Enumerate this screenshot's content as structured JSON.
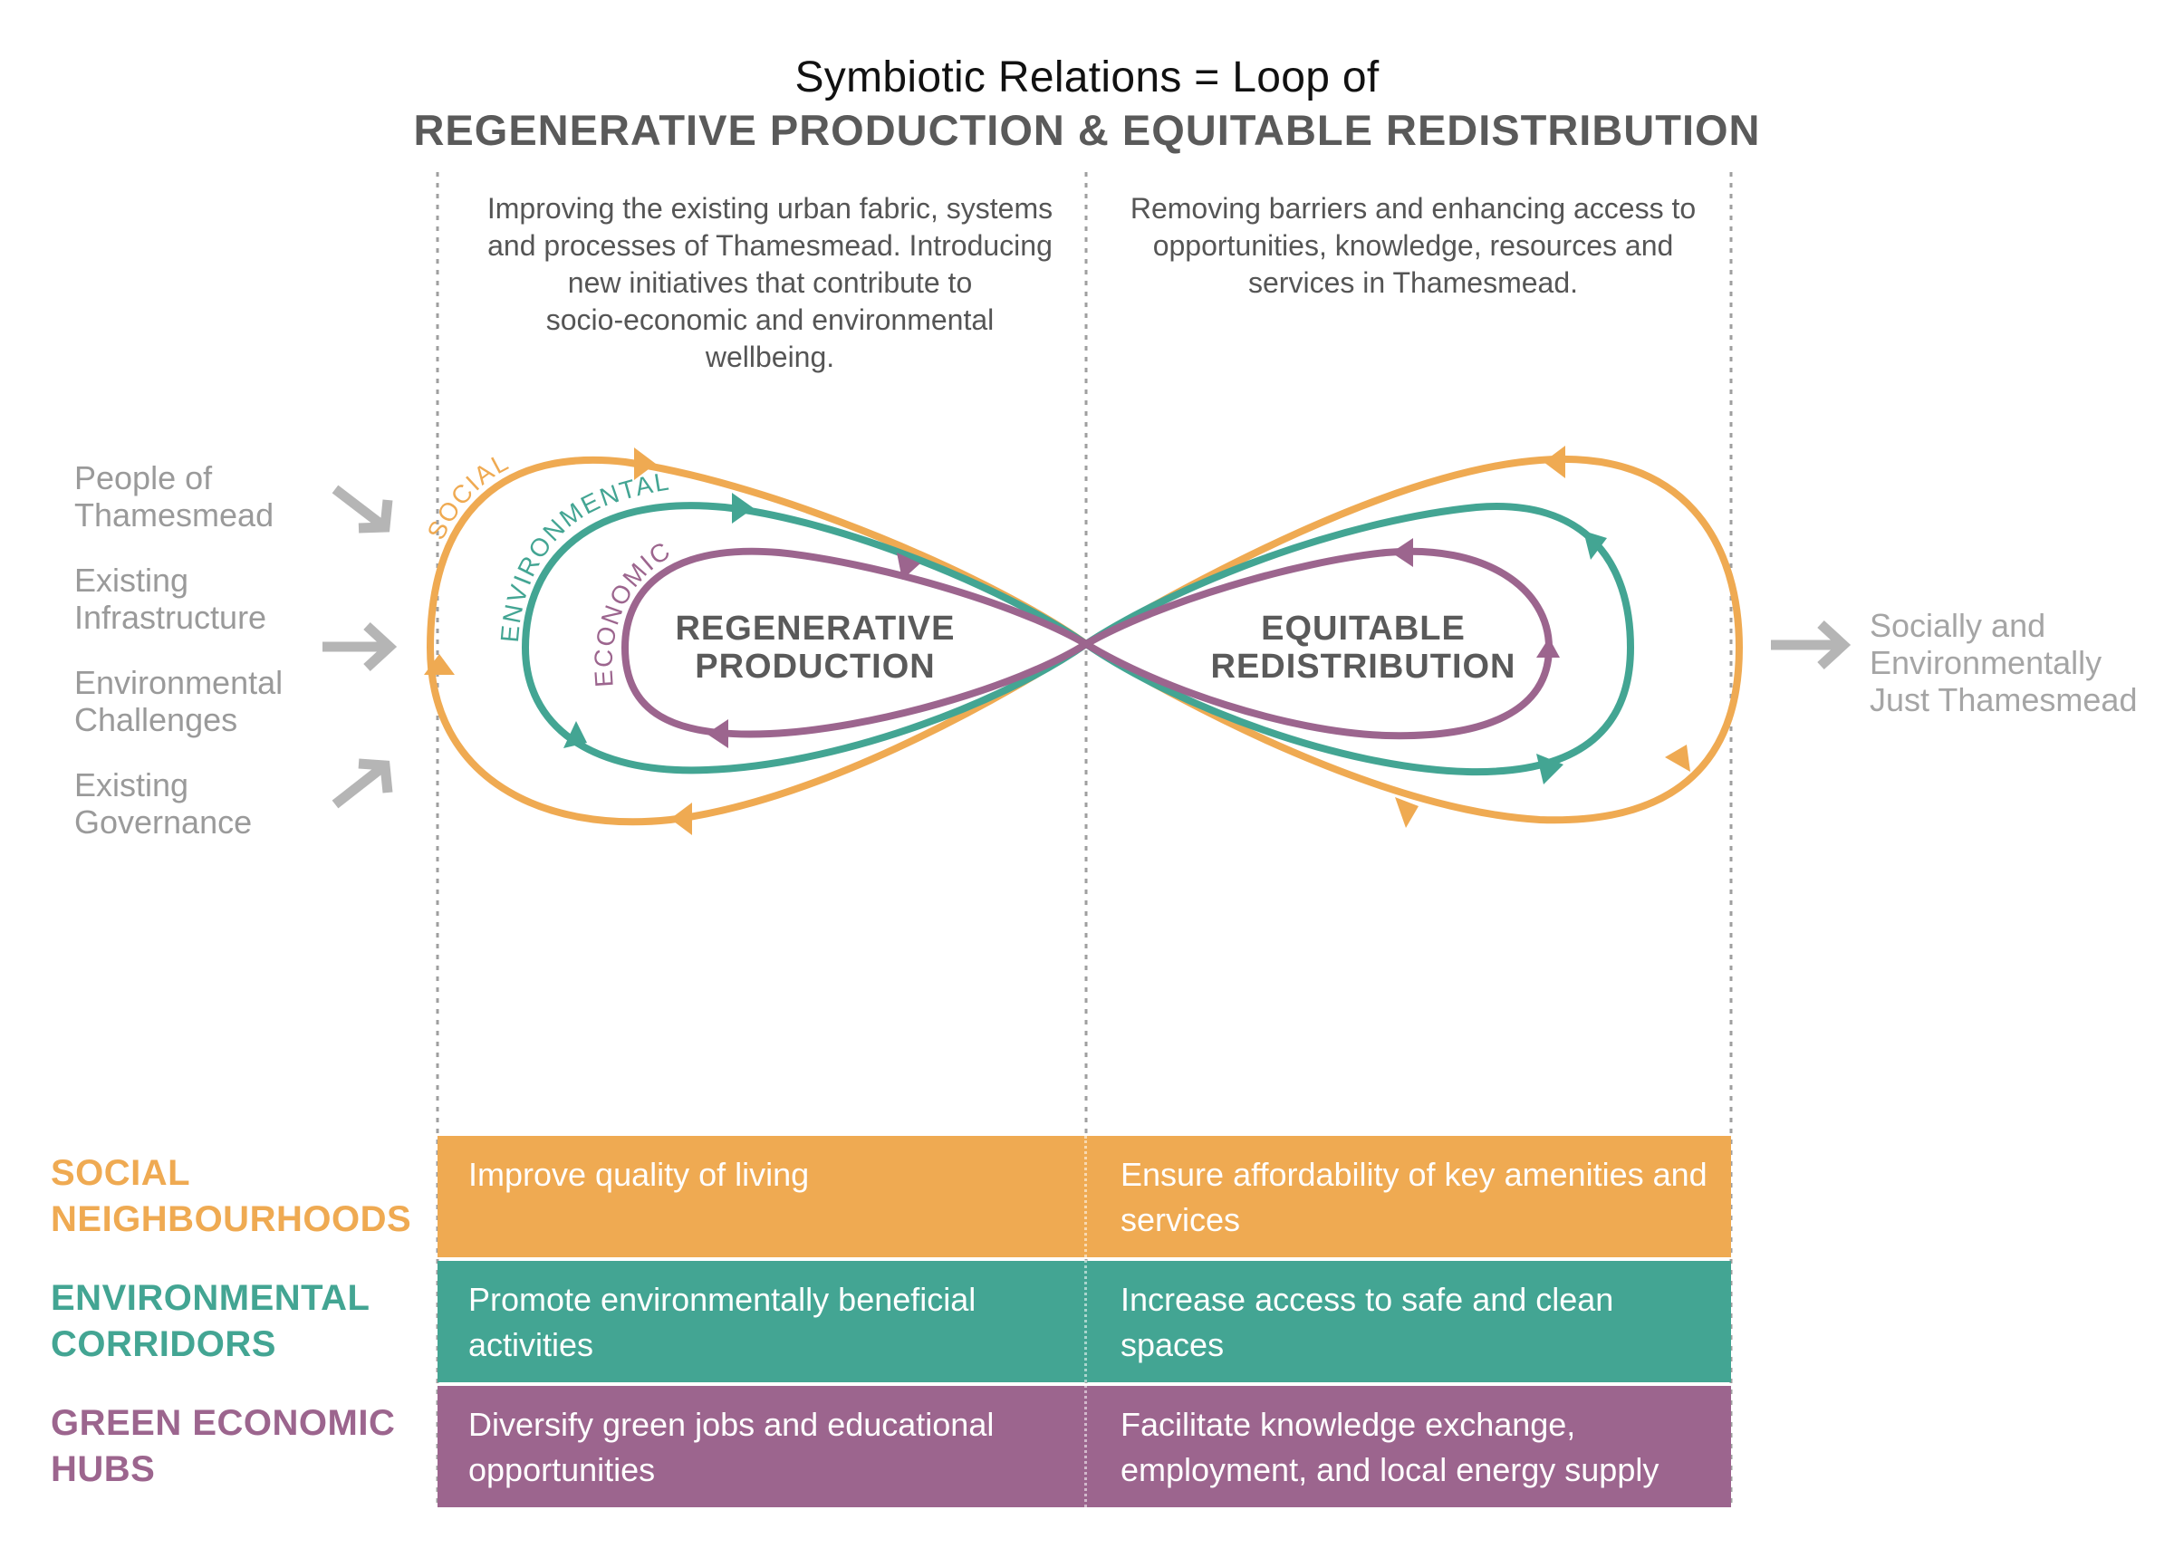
{
  "title": {
    "line1": "Symbiotic Relations = Loop of",
    "line2": "REGENERATIVE PRODUCTION & EQUITABLE REDISTRIBUTION"
  },
  "descriptions": {
    "left": [
      "Improving the existing urban fabric, systems",
      "and processes of Thamesmead. Introducing",
      "new initiatives that contribute to",
      "socio-economic and environmental",
      "wellbeing."
    ],
    "right": [
      "Removing barriers and enhancing access to",
      "opportunities, knowledge, resources and",
      "services in Thamesmead."
    ]
  },
  "inputs": [
    {
      "line1": "People of",
      "line2": "Thamesmead"
    },
    {
      "line1": "Existing",
      "line2": "Infrastructure"
    },
    {
      "line1": "Environmental",
      "line2": "Challenges"
    },
    {
      "line1": "Existing",
      "line2": "Governance"
    }
  ],
  "output": [
    "Socially and",
    "Environmentally",
    "Just Thamesmead"
  ],
  "loop": {
    "left_title": [
      "REGENERATIVE",
      "PRODUCTION"
    ],
    "right_title": [
      "EQUITABLE",
      "REDISTRIBUTION"
    ],
    "loop_labels": {
      "social": "SOCIAL",
      "environmental": "ENVIRONMENTAL",
      "economic": "ECONOMIC"
    }
  },
  "table": {
    "rows": [
      {
        "label1": "SOCIAL",
        "label2": "NEIGHBOURHOODS",
        "left": "Improve quality of living",
        "right": "Ensure affordability of key amenities and services",
        "color": "#efaa52"
      },
      {
        "label1": "ENVIRONMENTAL",
        "label2": "CORRIDORS",
        "left": "Promote environmentally beneficial activities",
        "right": "Increase access to safe and clean spaces",
        "color": "#43a593"
      },
      {
        "label1": "GREEN ECONOMIC",
        "label2": "HUBS",
        "left": "Diversify green jobs and educational opportunities",
        "right": "Facilitate knowledge exchange, employment, and local energy supply",
        "color": "#9c658e"
      }
    ]
  },
  "colors": {
    "social": "#efaa52",
    "environmental": "#43a593",
    "economic": "#9c658e",
    "gray_text": "#9a9a9a",
    "arrow_gray": "#b5b5b5"
  }
}
